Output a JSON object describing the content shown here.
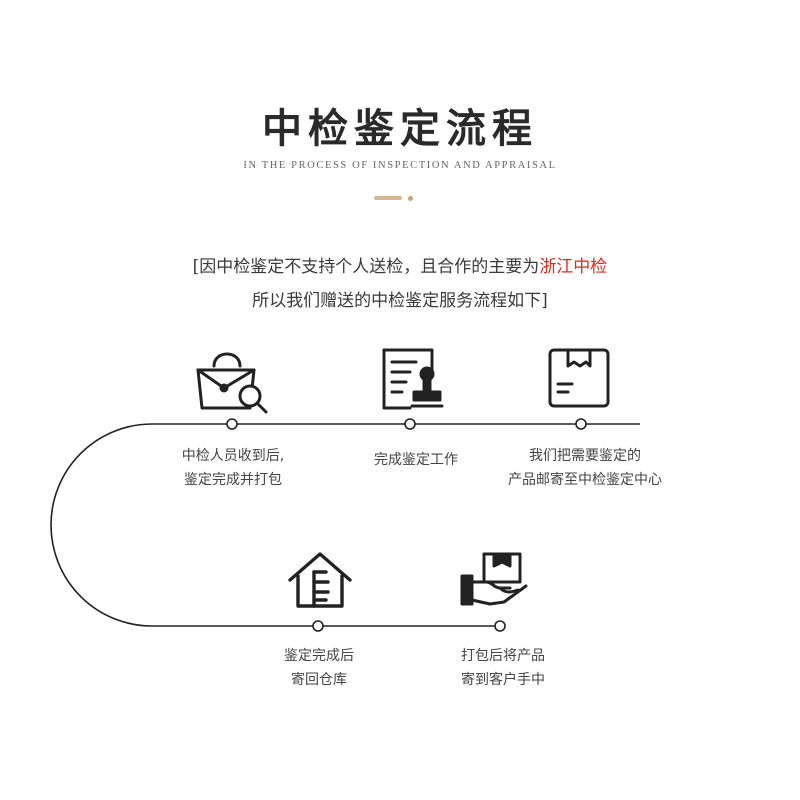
{
  "header": {
    "title": "中检鉴定流程",
    "subtitle": "IN THE PROCESS OF INSPECTION AND APPRAISAL"
  },
  "intro": {
    "line1_prefix": "[因中检鉴定不支持个人送检，且合作的主要为",
    "line1_highlight": "浙江中检",
    "line2": "所以我们赠送的中检鉴定服务流程如下]"
  },
  "colors": {
    "highlight": "#e02a1a",
    "accent": "#d9b890",
    "line": "#222222"
  },
  "steps": [
    {
      "icon": "bag-search-icon",
      "line1": "中检人员收到后,",
      "line2": "鉴定完成并打包"
    },
    {
      "icon": "document-stamp-icon",
      "line1": "完成鉴定工作",
      "line2": ""
    },
    {
      "icon": "package-box-icon",
      "line1": "我们把需要鉴定的",
      "line2": "产品邮寄至中检鉴定中心"
    },
    {
      "icon": "warehouse-house-icon",
      "line1": "鉴定完成后",
      "line2": "寄回仓库"
    },
    {
      "icon": "hand-box-delivery-icon",
      "line1": "打包后将产品",
      "line2": "寄到客户手中"
    }
  ]
}
